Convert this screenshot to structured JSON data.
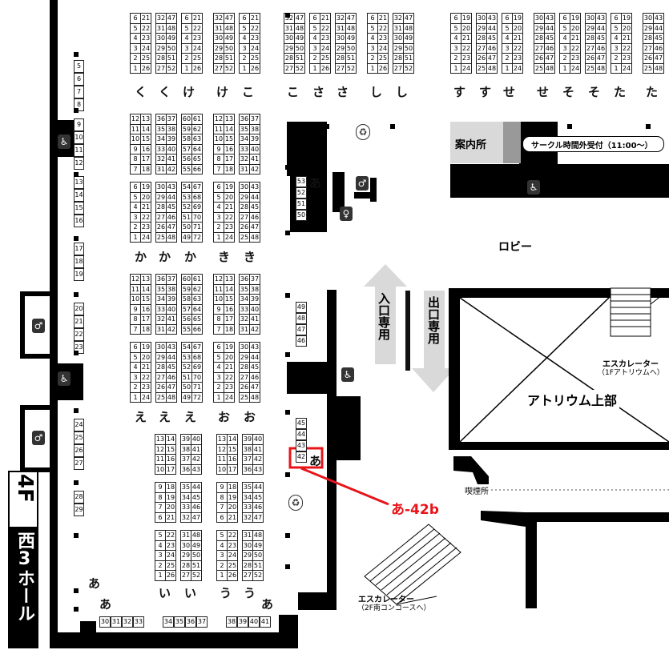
{
  "hall": {
    "floor": "4F",
    "name": "西3ホール"
  },
  "lobby": "ロビー",
  "info_desk": "案内所",
  "circle_reception": "サークル時間外受付（11:00〜）",
  "entrance_only": "入口専用",
  "exit_only": "出口専用",
  "atrium": "アトリウム上部",
  "escalator_1f": {
    "title": "エスカレーター",
    "sub": "（1Fアトリウムへ）"
  },
  "escalator_2f": {
    "title": "エスカレーター",
    "sub": "（2F南コンコースへ）"
  },
  "smoking_area": "喫煙所",
  "highlight_callout": "あ-42b",
  "highlight_color": "#e8141a",
  "icons": [
    "toilet-icon",
    "multipurpose-toilet-icon",
    "trash-icon"
  ],
  "top_blocks": {
    "labels": [
      "く",
      "く",
      "け",
      "け",
      "こ",
      "こ",
      "さ",
      "さ",
      "し",
      "し",
      "す",
      "す",
      "せ",
      "せ",
      "そ",
      "そ",
      "た",
      "た"
    ],
    "rows_a": [
      [
        "6",
        "21"
      ],
      [
        "5",
        "22"
      ],
      [
        "4",
        "23"
      ],
      [
        "3",
        "24"
      ],
      [
        "2",
        "25"
      ],
      [
        "1",
        "26"
      ]
    ],
    "rows_b": [
      [
        "32",
        "47"
      ],
      [
        "31",
        "48"
      ],
      [
        "30",
        "49"
      ],
      [
        "29",
        "50"
      ],
      [
        "28",
        "51"
      ],
      [
        "27",
        "52"
      ]
    ],
    "rows_c": [
      [
        "6",
        "19"
      ],
      [
        "5",
        "20"
      ],
      [
        "4",
        "21"
      ],
      [
        "3",
        "22"
      ],
      [
        "2",
        "23"
      ],
      [
        "1",
        "24"
      ]
    ],
    "rows_d": [
      [
        "30",
        "43"
      ],
      [
        "29",
        "44"
      ],
      [
        "28",
        "45"
      ],
      [
        "27",
        "46"
      ],
      [
        "26",
        "47"
      ],
      [
        "25",
        "48"
      ]
    ]
  },
  "middle_blocks": {
    "labels_row1": [
      "か",
      "か",
      "か",
      "き",
      "き"
    ],
    "labels_row2": [
      "え",
      "え",
      "え",
      "お",
      "お"
    ],
    "left": [
      [
        "12",
        "13"
      ],
      [
        "11",
        "14"
      ],
      [
        "10",
        "15"
      ],
      [
        "9",
        "16"
      ],
      [
        "8",
        "17"
      ],
      [
        "7",
        "18"
      ],
      [
        "6",
        "19"
      ],
      [
        "5",
        "20"
      ],
      [
        "4",
        "21"
      ],
      [
        "3",
        "22"
      ],
      [
        "2",
        "23"
      ],
      [
        "1",
        "24"
      ]
    ],
    "mid": [
      [
        "36",
        "37"
      ],
      [
        "35",
        "38"
      ],
      [
        "34",
        "39"
      ],
      [
        "33",
        "40"
      ],
      [
        "32",
        "41"
      ],
      [
        "31",
        "42"
      ],
      [
        "30",
        "43"
      ],
      [
        "29",
        "44"
      ],
      [
        "28",
        "45"
      ],
      [
        "27",
        "46"
      ],
      [
        "26",
        "47"
      ],
      [
        "25",
        "48"
      ]
    ],
    "right": [
      [
        "60",
        "61"
      ],
      [
        "59",
        "62"
      ],
      [
        "58",
        "63"
      ],
      [
        "57",
        "64"
      ],
      [
        "56",
        "65"
      ],
      [
        "55",
        "66"
      ],
      [
        "54",
        "67"
      ],
      [
        "53",
        "68"
      ],
      [
        "52",
        "69"
      ],
      [
        "51",
        "70"
      ],
      [
        "50",
        "71"
      ],
      [
        "49",
        "72"
      ]
    ]
  },
  "bottom_blocks": {
    "labels": [
      "い",
      "い",
      "う",
      "う"
    ],
    "upper_left": [
      [
        "13",
        "14"
      ],
      [
        "12",
        "15"
      ],
      [
        "11",
        "16"
      ],
      [
        "10",
        "17"
      ]
    ],
    "upper_right": [
      [
        "39",
        "40"
      ],
      [
        "38",
        "41"
      ],
      [
        "37",
        "42"
      ],
      [
        "36",
        "43"
      ]
    ],
    "mid_left": [
      [
        "9",
        "18"
      ],
      [
        "8",
        "19"
      ],
      [
        "7",
        "20"
      ],
      [
        "6",
        "21"
      ]
    ],
    "mid_right": [
      [
        "35",
        "44"
      ],
      [
        "34",
        "45"
      ],
      [
        "33",
        "46"
      ],
      [
        "32",
        "47"
      ]
    ],
    "low_left": [
      [
        "5",
        "22"
      ],
      [
        "4",
        "23"
      ],
      [
        "3",
        "24"
      ],
      [
        "2",
        "25"
      ],
      [
        "1",
        "26"
      ]
    ],
    "low_right": [
      [
        "31",
        "48"
      ],
      [
        "30",
        "49"
      ],
      [
        "29",
        "50"
      ],
      [
        "28",
        "51"
      ],
      [
        "27",
        "52"
      ]
    ]
  },
  "a_row": {
    "label": "あ",
    "left_wall": [
      "5",
      "6",
      "7",
      "8",
      "9",
      "10",
      "11",
      "12",
      "13",
      "14",
      "15",
      "16",
      "17",
      "18",
      "19",
      "20",
      "21",
      "22",
      "23",
      "24",
      "25",
      "26",
      "27",
      "28",
      "29"
    ],
    "bottom_wall": [
      "30",
      "31",
      "32",
      "33",
      "34",
      "35",
      "36",
      "37",
      "38",
      "39",
      "40",
      "41"
    ],
    "right_upper": [
      "53",
      "52",
      "51",
      "50"
    ],
    "right_mid": [
      "49",
      "48",
      "47",
      "46"
    ],
    "right_low": [
      "45",
      "44",
      "43",
      "42"
    ]
  }
}
